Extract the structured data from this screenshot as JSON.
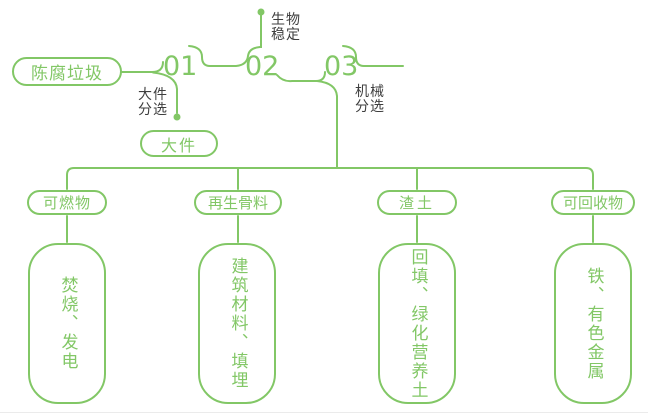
{
  "colors": {
    "accent_green": "#82C766",
    "label_dark": "#3E3E3E",
    "background": "#FFFFFF"
  },
  "flow": {
    "source": "陈腐垃圾",
    "steps": [
      {
        "number": "01",
        "label": "大件\n分选"
      },
      {
        "number": "02",
        "label": "生物\n稳定"
      },
      {
        "number": "03",
        "label": "机械\n分选"
      }
    ],
    "bulky_output": "大件"
  },
  "branches": [
    {
      "category": "可燃物",
      "output": "焚烧、发电"
    },
    {
      "category": "再生骨料",
      "output": "建筑材料、填埋"
    },
    {
      "category": "渣土",
      "output": "回填、绿化营养土"
    },
    {
      "category": "可回收物",
      "output": "铁、有色金属"
    }
  ]
}
